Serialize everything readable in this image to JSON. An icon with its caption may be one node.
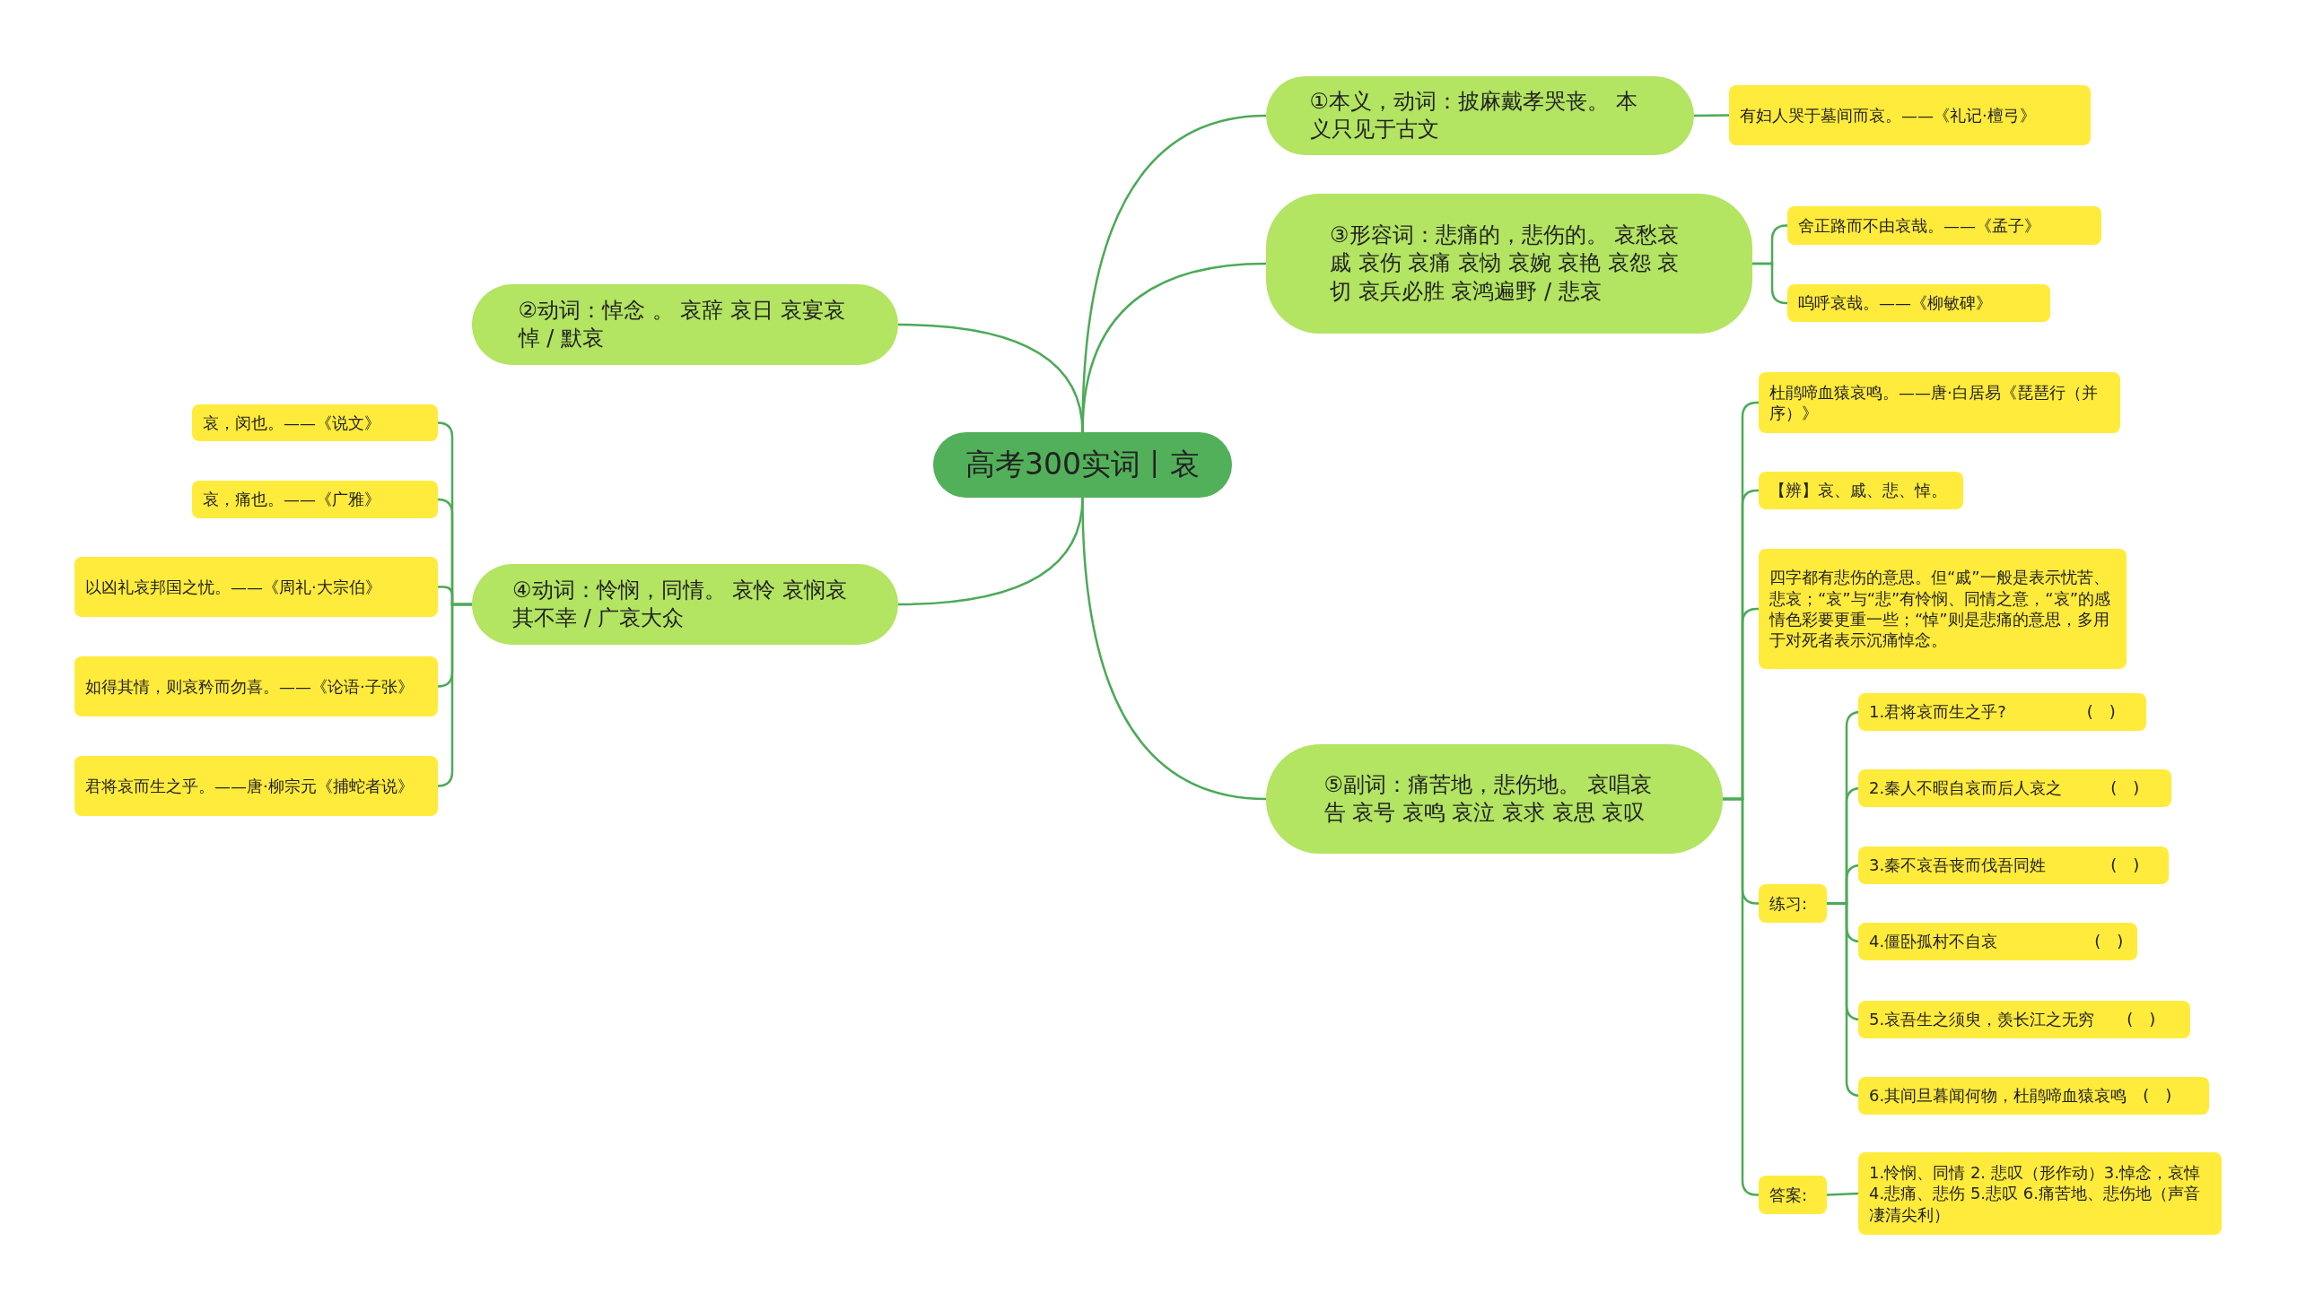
{
  "diagram": {
    "nodes": [
      {
        "text": [
          "高考300实词丨哀"
        ]
      },
      {
        "text": [
          "①本义，动词：披麻戴孝哭丧。 本义只见于古文"
        ]
      },
      {
        "text": [
          "有妇人哭于墓间而哀。——《礼记·檀弓》"
        ]
      },
      {
        "text": [
          "③形容词：悲痛的，悲伤的。 哀愁哀戚 哀伤 哀痛 哀恸 哀婉 哀艳 哀怨 哀切 哀兵必胜 哀鸿遍野 / 悲哀"
        ]
      },
      {
        "text": [
          "舍正路而不由哀哉。——《孟子》"
        ]
      },
      {
        "text": [
          "呜呼哀哉。——《柳敏碑》"
        ]
      },
      {
        "text": [
          "⑤副词：痛苦地，悲伤地。 哀唱哀告 哀号 哀鸣 哀泣 哀求 哀思 哀叹"
        ]
      },
      {
        "text": [
          "杜鹃啼血猿哀鸣。——唐·白居易《琵琶行（并序）》"
        ]
      },
      {
        "text": [
          "【辨】哀、戚、悲、悼。"
        ]
      },
      {
        "text": [
          "四字都有悲伤的意思。但“戚”一般是表示忧苦、悲哀；“哀”与“悲”有怜悯、同情之意，“哀”的感情色彩要更重一些；“悼”则是悲痛的意思，多用于对死者表示沉痛悼念。"
        ]
      },
      {
        "text": [
          "练习:"
        ]
      },
      {
        "text": [
          "1.君将哀而生之乎?　　　　　(　)"
        ]
      },
      {
        "text": [
          "2.秦人不暇自哀而后人哀之　　　(　)"
        ]
      },
      {
        "text": [
          "3.秦不哀吾丧而伐吾同姓　　　　(　)"
        ]
      },
      {
        "text": [
          "4.僵卧孤村不自哀　　　　　　(　)"
        ]
      },
      {
        "text": [
          "5.哀吾生之须臾，羡长江之无穷　　(　)"
        ]
      },
      {
        "text": [
          "6.其间旦暮闻何物，杜鹃啼血猿哀鸣　(　)"
        ]
      },
      {
        "text": [
          "答案:"
        ]
      },
      {
        "text": [
          "1.怜悯、同情 2. 悲叹（形作动）3.悼念，哀悼 4.悲痛、悲伤 5.悲叹 6.痛苦地、悲伤地（声音凄清尖利）"
        ]
      },
      {
        "text": [
          "②动词：悼念 。 哀辞 哀日 哀宴哀悼 / 默哀"
        ]
      },
      {
        "text": [
          "④动词：怜悯，同情。 哀怜 哀悯哀其不幸 / 广哀大众"
        ]
      },
      {
        "text": [
          "哀，闵也。——《说文》"
        ]
      },
      {
        "text": [
          "哀，痛也。——《广雅》"
        ]
      },
      {
        "text": [
          "以凶礼哀邦国之忧。——《周礼·大宗伯》"
        ]
      },
      {
        "text": [
          "如得其情，则哀矜而勿喜。——《论语·子张》"
        ]
      },
      {
        "text": [
          "君将哀而生之乎。——唐·柳宗元《捕蛇者说》"
        ]
      }
    ],
    "edges": [
      {
        "from": 0,
        "to": 1,
        "arrow": "none"
      },
      {
        "from": 0,
        "to": 3,
        "arrow": "none"
      },
      {
        "from": 0,
        "to": 6,
        "arrow": "none"
      },
      {
        "from": 0,
        "to": 19,
        "arrow": "none"
      },
      {
        "from": 0,
        "to": 20,
        "arrow": "none"
      },
      {
        "from": 1,
        "to": 2,
        "arrow": "none"
      },
      {
        "from": 3,
        "to": 4,
        "arrow": "none"
      },
      {
        "from": 3,
        "to": 5,
        "arrow": "none"
      },
      {
        "from": 6,
        "to": 7,
        "arrow": "none"
      },
      {
        "from": 6,
        "to": 8,
        "arrow": "none"
      },
      {
        "from": 6,
        "to": 9,
        "arrow": "none"
      },
      {
        "from": 6,
        "to": 10,
        "arrow": "none"
      },
      {
        "from": 6,
        "to": 17,
        "arrow": "none"
      },
      {
        "from": 10,
        "to": 11,
        "arrow": "none"
      },
      {
        "from": 10,
        "to": 12,
        "arrow": "none"
      },
      {
        "from": 10,
        "to": 13,
        "arrow": "none"
      },
      {
        "from": 10,
        "to": 14,
        "arrow": "none"
      },
      {
        "from": 10,
        "to": 15,
        "arrow": "none"
      },
      {
        "from": 10,
        "to": 16,
        "arrow": "none"
      },
      {
        "from": 17,
        "to": 18,
        "arrow": "none"
      },
      {
        "from": 20,
        "to": 21,
        "arrow": "none"
      },
      {
        "from": 20,
        "to": 22,
        "arrow": "none"
      },
      {
        "from": 20,
        "to": 23,
        "arrow": "none"
      },
      {
        "from": 20,
        "to": 24,
        "arrow": "none"
      },
      {
        "from": 20,
        "to": 25,
        "arrow": "none"
      }
    ]
  }
}
